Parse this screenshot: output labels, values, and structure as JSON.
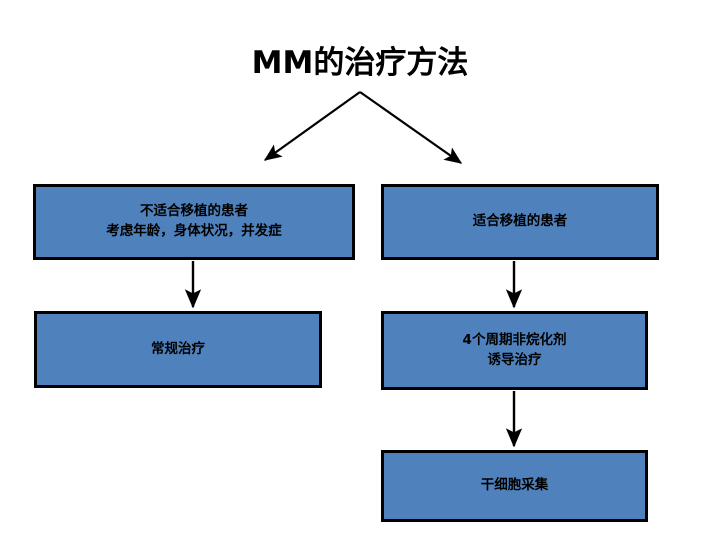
{
  "slide": {
    "title": "MM的治疗方法",
    "background_color": "#ffffff",
    "node_fill_color": "#4F81BD",
    "node_border_color": "#000000",
    "text_color": "#000000",
    "connector_color": "#000000"
  },
  "nodes": {
    "nontransplant": {
      "label": "不适合移植的患者\n考虑年龄，身体状况，并发症",
      "line1": "不适合移植的患者",
      "line2": "考虑年龄，身体状况，并发症"
    },
    "transplant": {
      "label": "适合移植的患者"
    },
    "conventional": {
      "label": "常规治疗"
    },
    "induction": {
      "label": "4个周期非烷化剂\n诱导治疗",
      "line1": "4个周期非烷化剂",
      "line2": "诱导治疗"
    },
    "harvest": {
      "label": "干细胞采集"
    }
  },
  "connectors": [
    {
      "name": "title-to-nontransplant",
      "from": "title",
      "to": "nontransplant",
      "style": "diagonal-arrow"
    },
    {
      "name": "title-to-transplant",
      "from": "title",
      "to": "transplant",
      "style": "diagonal-arrow"
    },
    {
      "name": "nontransplant-to-conventional",
      "from": "nontransplant",
      "to": "conventional",
      "style": "vertical-arrow"
    },
    {
      "name": "transplant-to-induction",
      "from": "transplant",
      "to": "induction",
      "style": "vertical-arrow"
    },
    {
      "name": "induction-to-harvest",
      "from": "induction",
      "to": "harvest",
      "style": "vertical-arrow"
    }
  ]
}
